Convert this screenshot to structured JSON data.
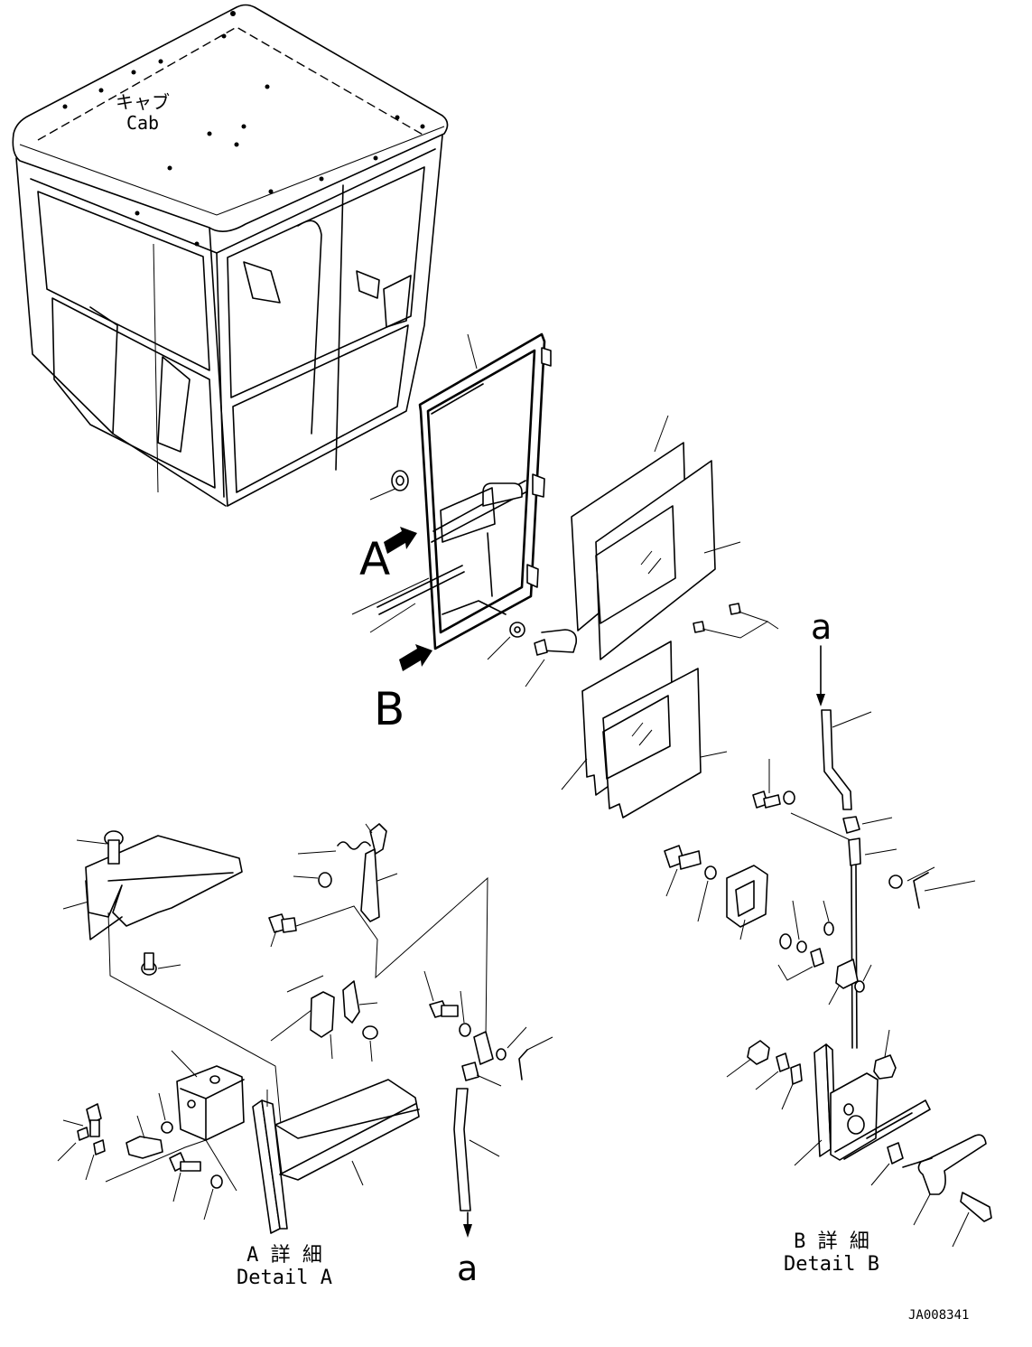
{
  "cab": {
    "label_jp": "キャブ",
    "label_en": "Cab"
  },
  "view_a": {
    "letter": "A"
  },
  "view_b": {
    "letter": "B"
  },
  "connection": {
    "top": "a",
    "bottom": "a"
  },
  "detail_a": {
    "title_jp": "A 詳 細",
    "title_en": "Detail A"
  },
  "detail_b": {
    "title_jp": "B 詳 細",
    "title_en": "Detail B"
  },
  "drawing_number": "JA008341"
}
